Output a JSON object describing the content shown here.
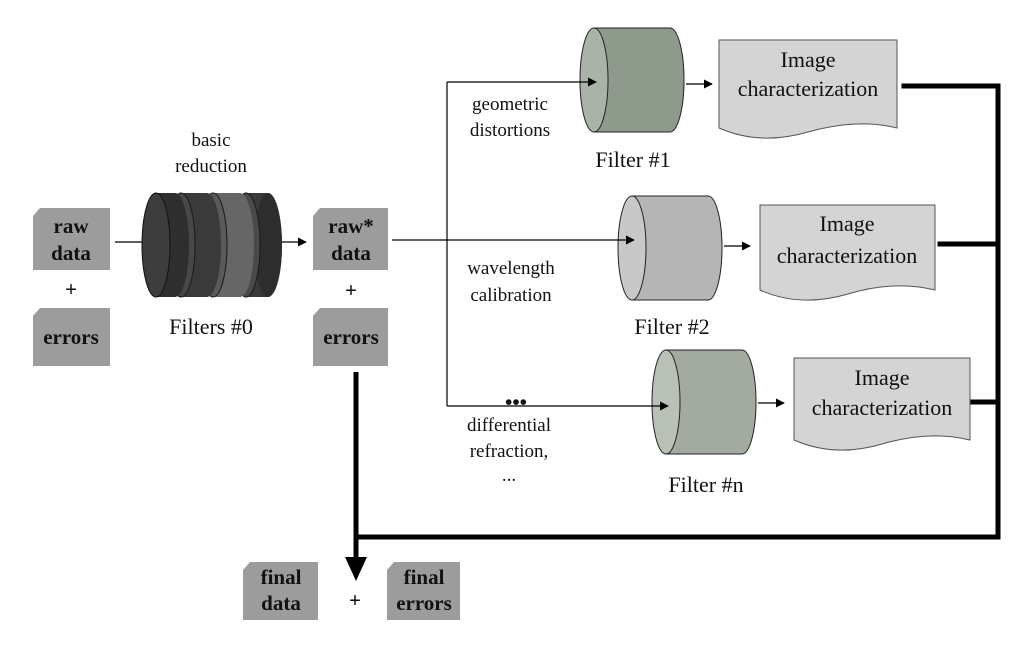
{
  "diagram": {
    "input": {
      "raw_line1": "raw",
      "raw_line2": "data",
      "plus": "+",
      "errors": "errors"
    },
    "filters0": {
      "title_line1": "basic",
      "title_line2": "reduction",
      "caption": "Filters #0"
    },
    "intermediate": {
      "raw_line1": "raw*",
      "raw_line2": "data",
      "plus": "+",
      "errors": "errors"
    },
    "branches": [
      {
        "label_line1": "geometric",
        "label_line2": "distortions",
        "label_line3": "",
        "filter_caption": "Filter #1",
        "output_line1": "Image",
        "output_line2": "characterization"
      },
      {
        "label_line1": "wavelength",
        "label_line2": "calibration",
        "label_line3": "",
        "filter_caption": "Filter #2",
        "output_line1": "Image",
        "output_line2": "characterization"
      },
      {
        "label_line1": "differential",
        "label_line2": "refraction,",
        "label_line3": "...",
        "filter_caption": "Filter #n",
        "output_line1": "Image",
        "output_line2": "characterization"
      }
    ],
    "ellipsis_marker": "•••",
    "output": {
      "final_data_line1": "final",
      "final_data_line2": "data",
      "plus": "+",
      "final_errors_line1": "final",
      "final_errors_line2": "errors"
    },
    "colors": {
      "card_fill": "#9c9c9c",
      "filter0_dark": "#3a3a3a",
      "filter0_mid": "#626262",
      "filter1_fill": "#8e9a8c",
      "filter2_fill": "#b5b5b5",
      "filtern_fill": "#a3aba0",
      "doc_fill": "#d4d4d4",
      "line": "#000000"
    }
  }
}
